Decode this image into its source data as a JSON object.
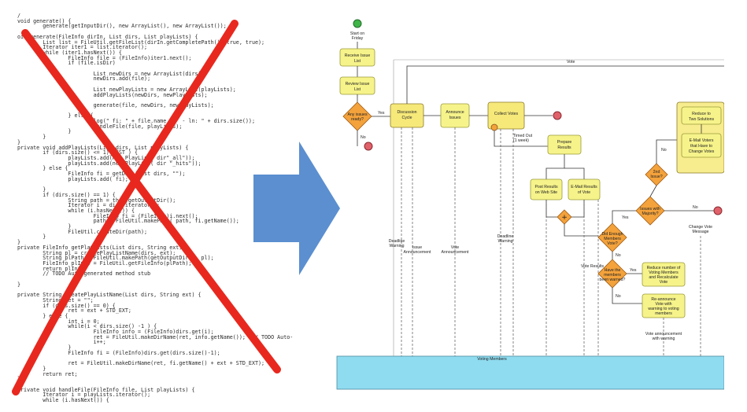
{
  "code_lines": [
    "/",
    "void generate() {",
    "        generate(getInputDir(), new ArrayList(), new ArrayList());",
    "",
    "oid generate(FileInfo dirIn, List dirs, List playLists) {",
    "        List list = FileUtil.getFileList(dirIn.getCompletePath(), true, true);",
    "        Iterator iter1 = list.iterator();",
    "        while (iter1.hasNext()) {",
    "                FileInfo file = (FileInfo)iter1.next();",
    "                if (file.isDir)",
    "",
    "                        List newDirs = new ArrayList(dirs);",
    "                        newDirs.add(file);",
    "",
    "                        List newPlayLists = new ArrayList(playLists);",
    "                        addPlayLists(newDirs, newPlayLists);",
    "",
    "                        generate(file, newDirs, newPlayLists);",
    "",
    "                } else {",
    "                        log(\" fi: \" + file.name + \" - ln: \" + dirs.size());",
    "                        handleFile(file, playLists);",
    "                }",
    "        }",
    "}",
    "private void addPlayLists(List dirs, List playLists) {",
    "        if (dirs.size() <= 1)_BEST ) {",
    "                playLists.add(new PlayList( dir\"_all\"));",
    "                playLists.add(new PlayList( dir \"_hits\"));",
    "        } else {",
    "                FileInfo fi = getDirs(List dirs, \"\");",
    "                playLists.add( fi);",
    "",
    "        }",
    "        if (dirs.size() == 1) {",
    "                String path = this.getOutputDir();",
    "                Iterator i = dirs.iterator();",
    "                while (i.hasNext()) {",
    "                        FileInfo fi = (FileInfo)i.next();",
    "                        path = FileUtil.makePath( path, fi.getName());",
    "                }",
    "                FileUtil.createDir(path);",
    "        }",
    "}",
    "private FileInfo getPlayLists(List dirs, String ext) {",
    "        String pl = createPlayListName(dirs, ext);",
    "        String plPath = FileUtil.makePath(getOutputDir(), pl);",
    "        FileInfo plInfo = FileUtil.getFileInfo(plPath);",
    "        return plInfo;",
    "        // TODO Auto-generated method stub",
    "",
    "}",
    "",
    "private String createPlayListName(List dirs, String ext) {",
    "        String ret = \"\";",
    "        if (dirs.size() == 0) {",
    "                ret = ext + STD_EXT;",
    "        } else {",
    "                int i = 0;",
    "                while(i < dirs.size() -1 ) {",
    "                        FileInfo info = (FileInfo)dirs.get(i);",
    "                        ret = FileUtil.makeDirName(ret, info.getName());  // TODO Auto-",
    "                        i++;",
    "                }",
    "                FileInfo fi = (FileInfo)dirs.get(dirs.size()-1);",
    "",
    "                ret = FileUtil.makeDirName(ret, fi.getName() + ext + STD_EXT);",
    "        }",
    "        return ret;",
    "}",
    "",
    "private void handleFile(FileInfo file, List playLists) {",
    "        Iterator i = playLists.iterator();",
    "        while (i.hasNext()) {"
  ],
  "diagram": {
    "start_label_1": "Start on",
    "start_label_2": "Friday",
    "receive_issue_list": [
      "Receive Issue",
      "List"
    ],
    "review_issue_list": [
      "Review Issue",
      "List"
    ],
    "any_issues": [
      "Any issues",
      "ready?"
    ],
    "yes": "Yes",
    "no": "No",
    "discussion_cycle": [
      "Discussion",
      "Cycle"
    ],
    "announce_issues": [
      "Announce",
      "Issues"
    ],
    "collect_votes": [
      "Collect Votes"
    ],
    "timed_out": [
      "Timed Out",
      "(1 week)"
    ],
    "prepare_results": [
      "Prepare",
      "Results"
    ],
    "post_results": [
      "Post Results",
      "on Web Site"
    ],
    "email_results": [
      "E-Mail Results",
      "of Vote"
    ],
    "did_enough_members_vote": [
      "Did Enough",
      "Members",
      "Vote?"
    ],
    "have_members_been_warned": [
      "Have the",
      "members",
      "been warned?"
    ],
    "reduce_number": [
      "Reduce number of",
      "Voting Members",
      "and Recalculate",
      "Vote"
    ],
    "reannounce": [
      "Re-announce",
      "Vote with",
      "warning to voting",
      "members"
    ],
    "vote_announcement_warning": [
      "Vote announcement",
      "with warning"
    ],
    "issues_with_majority": [
      "Issues with",
      "Majority?"
    ],
    "change_vote_message": [
      "Change Vote",
      "Message"
    ],
    "reduce_two_solutions": [
      "Reduce to",
      "Two Solutions"
    ],
    "email_voters": [
      "E-Mail Voters",
      "that Have to",
      "Change Votes"
    ],
    "two_issues": [
      "2nd",
      "Issue?"
    ],
    "deadline_warning_1": [
      "Deadline",
      "Warning"
    ],
    "issue_announcement": [
      "Issue",
      "Announcement"
    ],
    "vote_announcement": [
      "Vote",
      "Announcement"
    ],
    "deadline_warning_2": [
      "Deadline",
      "Warning"
    ],
    "vote_results": "Vote Results",
    "loop_label": "Vote",
    "voting_members": "Voting Members"
  },
  "colors": {
    "cross": "#e8281e",
    "arrow": "#5b8fd0",
    "task_fill": "#f6f38a",
    "gateway_fill": "#f3a23c",
    "pool_fill": "#8fdcf0",
    "start_event": "#3fb548",
    "end_event": "#e0616a"
  }
}
